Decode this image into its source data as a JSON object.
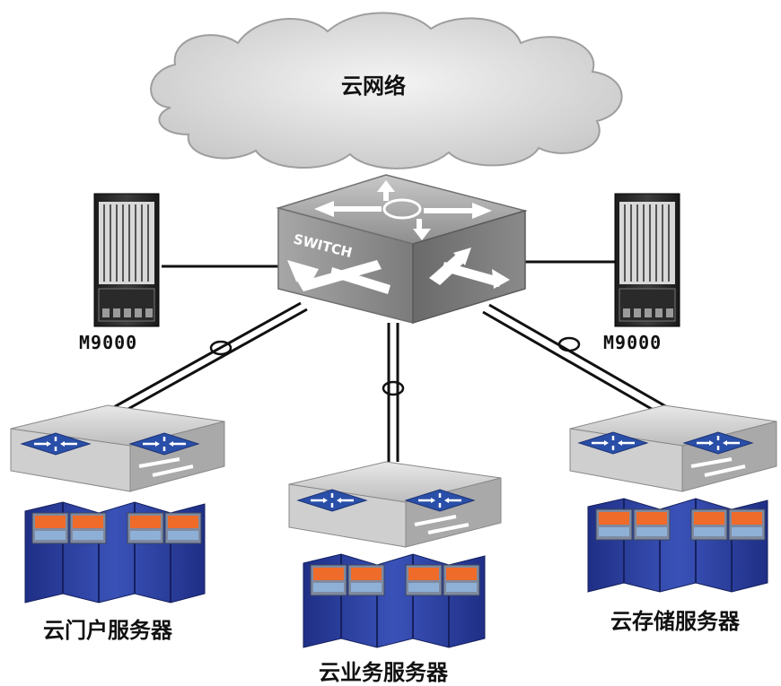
{
  "cloud": {
    "label": "云网络"
  },
  "core_switch": {
    "label": "SWITCH"
  },
  "routers": [
    {
      "label": "M9000"
    },
    {
      "label": "M9000"
    }
  ],
  "server_groups": [
    {
      "label": "云门户服务器"
    },
    {
      "label": "云业务服务器"
    },
    {
      "label": "云存储服务器"
    }
  ],
  "colors": {
    "cloud": "#e3e3e3",
    "switch_body": "#9a9a9a",
    "switch_arrow": "#ffffff",
    "access_switch_icon": "#2a4fa8",
    "server_body": "#2b3f9e",
    "server_screen": "#ef6b2a",
    "server_bar": "#8fb0d6",
    "link": "#111111"
  }
}
